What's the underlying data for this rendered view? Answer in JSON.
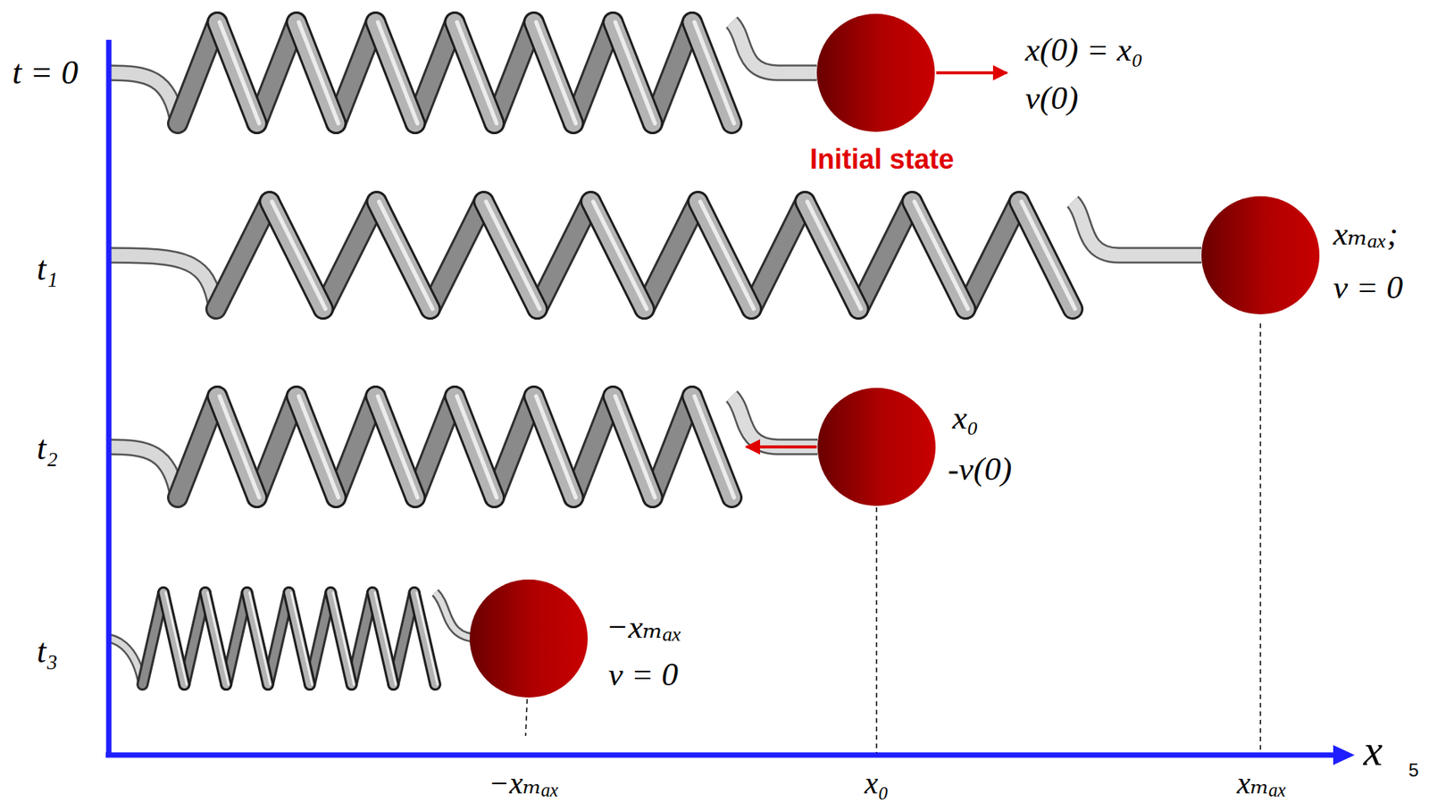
{
  "diagram": {
    "labels": [
      "t = 0",
      "t₁",
      "t₂",
      "t₃",
      "x(0) = x₀",
      "v(0)",
      "Initial state",
      "xₘₐₓ;",
      "v = 0",
      "x₀",
      "-v(0)",
      "−xₘₐₓ",
      "v = 0",
      "−xₘₐₓ",
      "x₀",
      "xₘₐₓ",
      "x",
      "5"
    ]
  }
}
